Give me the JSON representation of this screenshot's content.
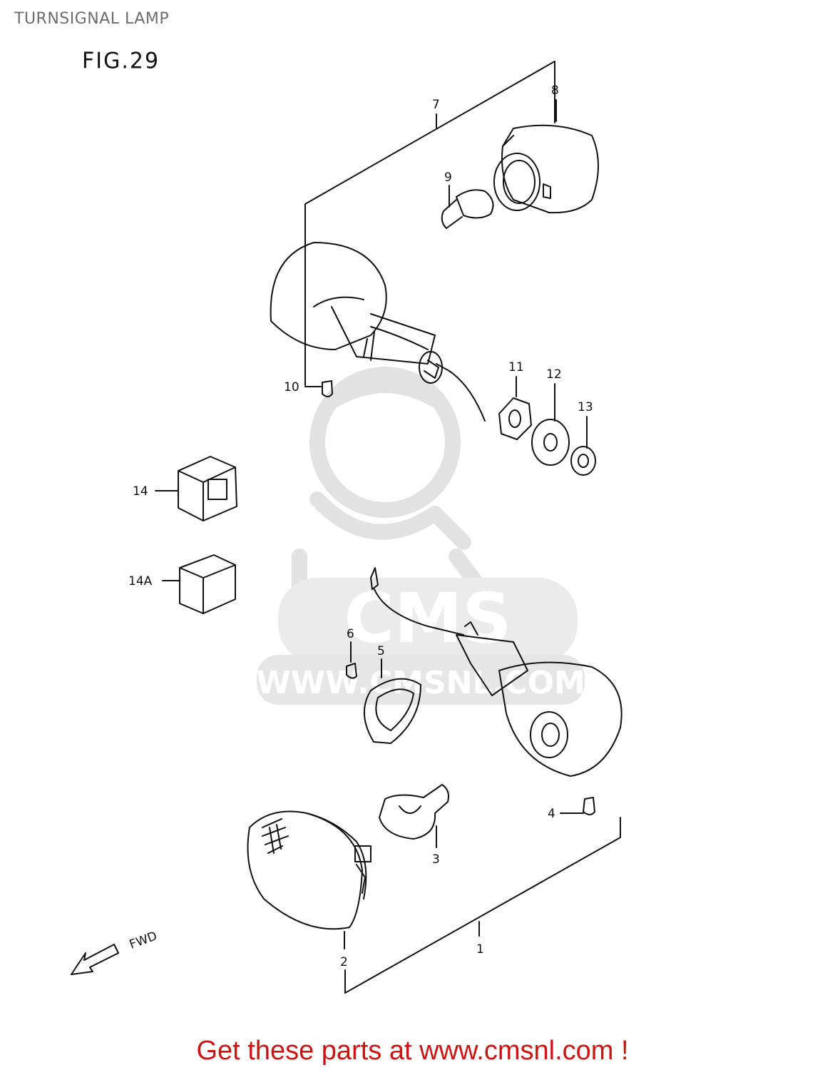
{
  "header": {
    "title": "TURNSIGNAL LAMP",
    "figure": "FIG.29"
  },
  "callouts": {
    "p1": "1",
    "p2": "2",
    "p3": "3",
    "p4": "4",
    "p5": "5",
    "p6": "6",
    "p7": "7",
    "p8": "8",
    "p9": "9",
    "p10": "10",
    "p11": "11",
    "p12": "12",
    "p13": "13",
    "p14": "14",
    "p14a": "14A"
  },
  "direction": {
    "label": "FWD",
    "icon": "arrow-left-icon"
  },
  "watermark": {
    "logo_text": "CMS",
    "url_text": "WWW.CMSNL.COM",
    "color": "#e4e4e4"
  },
  "footer": {
    "link_text": "Get these parts at www.cmsnl.com !",
    "color": "#cc1414"
  }
}
